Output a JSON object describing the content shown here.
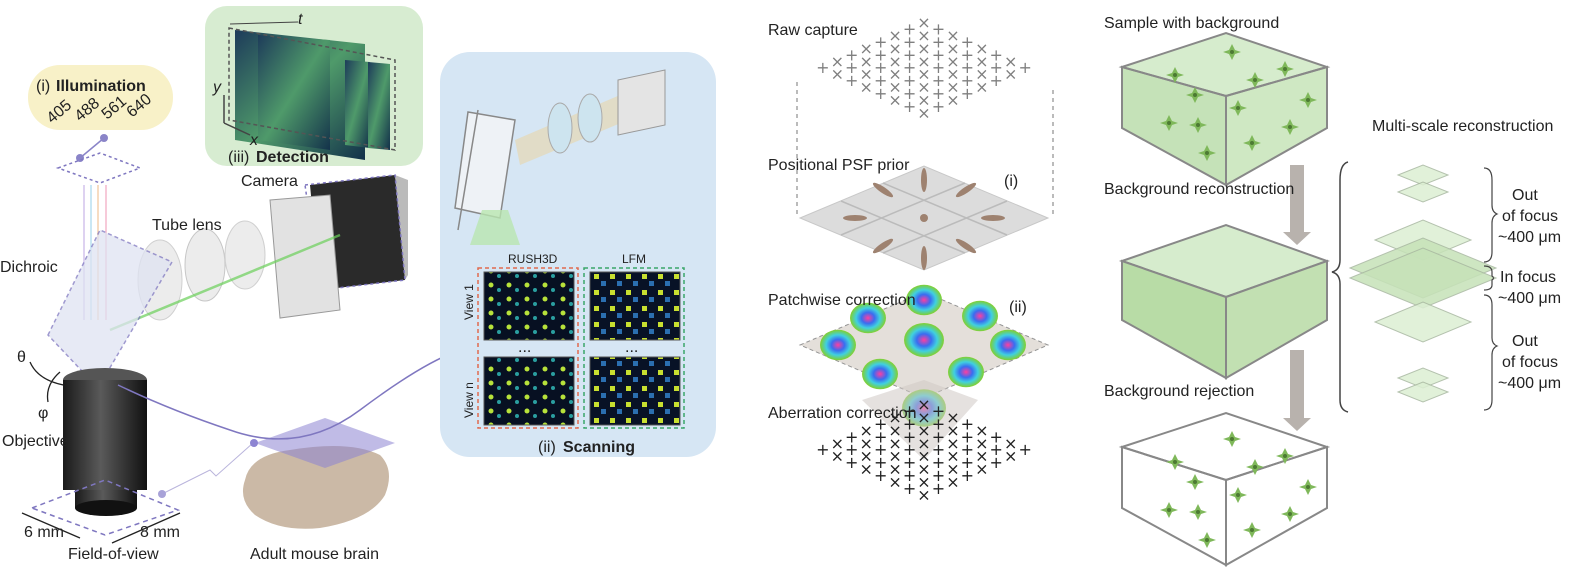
{
  "panel_a": {
    "illumination": {
      "prefix": "(i)",
      "title": "Illumination",
      "wavelengths": [
        "405",
        "488",
        "561",
        "640"
      ]
    },
    "detection": {
      "prefix": "(iii)",
      "title": "Detection",
      "axes": {
        "x": "x",
        "y": "y",
        "t": "t"
      }
    },
    "scanning": {
      "prefix": "(ii)",
      "title": "Scanning",
      "col_labels": [
        "RUSH3D",
        "LFM"
      ],
      "row_labels": [
        "View 1",
        "View n"
      ],
      "ellipsis": "..."
    },
    "labels": {
      "camera": "Camera",
      "tube_lens": "Tube lens",
      "dichroic": "Dichroic",
      "theta": "θ",
      "phi": "φ",
      "objective": "Objective",
      "fov_width": "6 mm",
      "fov_height": "8 mm",
      "fov": "Field-of-view",
      "brain": "Adult mouse brain"
    },
    "colors": {
      "illumination_bg": "#f8f1c8",
      "detection_bg": "#d7ecd1",
      "scanning_bg": "#d6e6f4",
      "accent_purple": "#7f77c0",
      "rush_border": "#e06a4e",
      "lfm_border": "#3aa66a"
    }
  },
  "panel_b": {
    "raw_capture": "Raw capture",
    "psf_prior": "Positional PSF prior",
    "psf_marker": "(i)",
    "patchwise": "Patchwise correction",
    "patch_marker": "(ii)",
    "aberration": "Aberration correction"
  },
  "panel_c": {
    "sample": "Sample with background",
    "bg_recon": "Background reconstruction",
    "bg_reject": "Background rejection",
    "multiscale": "Multi-scale reconstruction",
    "ranges": [
      {
        "label1": "Out",
        "label2": "of focus",
        "label3": "~400 μm"
      },
      {
        "label1": "In focus",
        "label2": "~400 μm"
      },
      {
        "label1": "Out",
        "label2": "of focus",
        "label3": "~400 μm"
      }
    ],
    "colors": {
      "box_fill": "#cfe5c4",
      "box_edge": "#8a8a8a",
      "neuron": "#7fb85a",
      "arrow": "#b8b2ad"
    }
  }
}
